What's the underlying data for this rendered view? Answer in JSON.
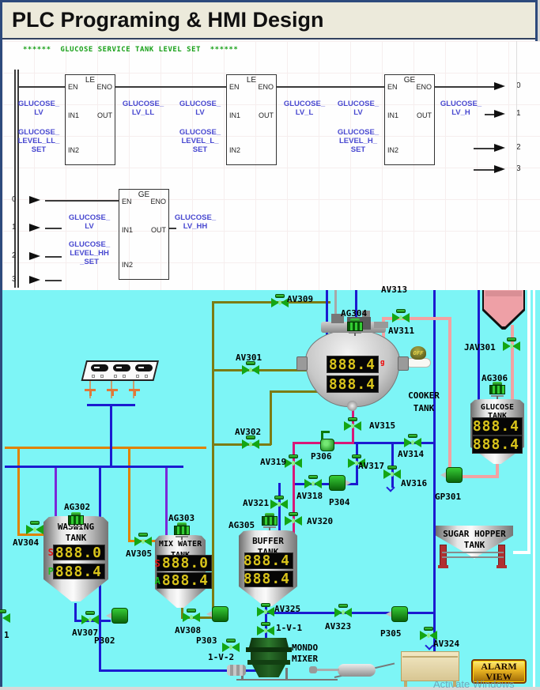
{
  "title": "PLC Programing & HMI Design",
  "ladder": {
    "comment": "******  GLUCOSE SERVICE TANK LEVEL SET  ******",
    "pins": {
      "en": "EN",
      "eno": "ENO",
      "in1": "IN1",
      "in2": "IN2",
      "out": "OUT"
    },
    "blocks": [
      {
        "type": "LE",
        "in1_label": [
          "GLUCOSE_",
          "LV"
        ],
        "in2_label": [
          "GLUCOSE_",
          "LEVEL_LL_",
          "SET"
        ],
        "out_label": [
          "GLUCOSE_",
          "LV_LL"
        ]
      },
      {
        "type": "LE",
        "in1_label": [
          "GLUCOSE_",
          "LV"
        ],
        "in2_label": [
          "GLUCOSE_",
          "LEVEL_L_",
          "SET"
        ],
        "out_label": [
          "GLUCOSE_",
          "LV_L"
        ]
      },
      {
        "type": "GE",
        "in1_label": [
          "GLUCOSE_",
          "LV"
        ],
        "in2_label": [
          "GLUCOSE_",
          "LEVEL_H_",
          "SET"
        ],
        "out_label": [
          "GLUCOSE_",
          "LV_H"
        ]
      },
      {
        "type": "GE",
        "in1_label": [
          "GLUCOSE_",
          "LV"
        ],
        "in2_label": [
          "GLUCOSE_",
          "LEVEL_HH",
          "_SET"
        ],
        "out_label": [
          "GLUCOSE_",
          "LV_HH"
        ]
      }
    ],
    "right_rung_numbers": [
      "0",
      "1",
      "2",
      "3"
    ],
    "left_rung_numbers": [
      "0",
      "1",
      "2",
      "3"
    ]
  },
  "hmi": {
    "valves": [
      "AV309",
      "AV301",
      "AV302",
      "AV311",
      "JAV301",
      "AV315",
      "AV319",
      "AV314",
      "AV317",
      "AV316",
      "AV318",
      "AV321",
      "AV320",
      "AV325",
      "1-V-1",
      "1-V-2",
      "AV323",
      "AV324",
      "AV304",
      "AV305",
      "AV307",
      "AV308"
    ],
    "pumps": [
      "P302",
      "P303",
      "P304",
      "P305",
      "P306",
      "GP301"
    ],
    "agitators": [
      "AG302",
      "AG303",
      "AG304",
      "AG305",
      "AG306"
    ],
    "clipped_label": "AV313",
    "edge_label": "1",
    "tanks": {
      "cooker": {
        "name": [
          "COOKER",
          "TANK"
        ],
        "unit_mark": "g",
        "displays": [
          {
            "prefix": "",
            "value": "888.4"
          },
          {
            "prefix": "",
            "value": "888.4"
          }
        ]
      },
      "glucose": {
        "name": [
          "GLUCOSE",
          "TANK"
        ],
        "displays": [
          {
            "prefix": "",
            "value": "888.4"
          },
          {
            "prefix": "",
            "value": "888.4"
          }
        ]
      },
      "washing": {
        "name": [
          "WASHING",
          "TANK"
        ],
        "displays": [
          {
            "prefix": "S",
            "value": "888.0"
          },
          {
            "prefix": "P",
            "value": "888.4"
          }
        ]
      },
      "mix": {
        "name": [
          "MIX WATER",
          "TANK"
        ],
        "displays": [
          {
            "prefix": "S",
            "value": "888.0"
          },
          {
            "prefix": "A",
            "value": "888.4"
          }
        ]
      },
      "buffer": {
        "name": [
          "BUFFER",
          "TANK"
        ],
        "displays": [
          {
            "prefix": "",
            "value": "888.4"
          },
          {
            "prefix": "",
            "value": "888.4"
          }
        ]
      },
      "sugar": {
        "name": [
          "SUGAR HOPPER",
          "TANK"
        ],
        "displays": []
      },
      "mixer": {
        "name": [
          "MONDO",
          "MIXER"
        ],
        "displays": []
      }
    },
    "off_button": "OFF",
    "alarm_button": [
      "ALARM",
      "VIEW"
    ],
    "watermark": "Activate Windows"
  }
}
